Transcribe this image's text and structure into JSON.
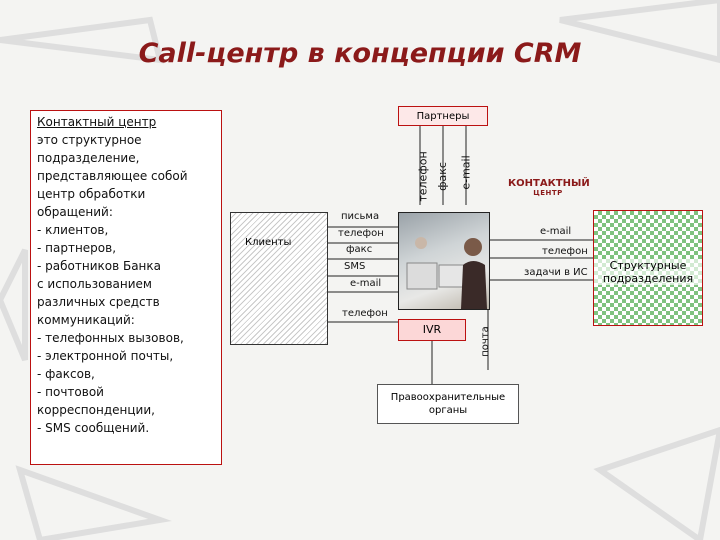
{
  "title": "Call-центр в концепции CRM",
  "left_panel": {
    "heading": "Контактный центр",
    "lines": [
      "это структурное",
      "подразделение,",
      "представляющее собой",
      "центр обработки",
      "обращений:",
      "- клиентов,",
      "- партнеров,",
      "- работников Банка",
      "с использованием",
      "различных средств",
      "коммуникаций:",
      "- телефонных вызовов,",
      "- электронной почты,",
      "- факсов,",
      "- почтовой",
      "корреспонденции,",
      "- SMS сообщений."
    ]
  },
  "diagram": {
    "partners": "Партнеры",
    "partner_channels": [
      "телефон",
      "факс",
      "e-mail"
    ],
    "contact_center": "КОНТАКТНЫЙ",
    "contact_center_sub": "ЦЕНТР",
    "clients": "Клиенты",
    "client_channels": [
      "письма",
      "телефон",
      "факс",
      "SMS",
      "e-mail",
      "телефон"
    ],
    "ivr": "IVR",
    "mail": "почта",
    "law_enforcement": "Правоохранительные органы",
    "structural_units": "Структурные подразделения",
    "struct_channels": [
      "e-mail",
      "телефон",
      "задачи в ИС"
    ]
  }
}
